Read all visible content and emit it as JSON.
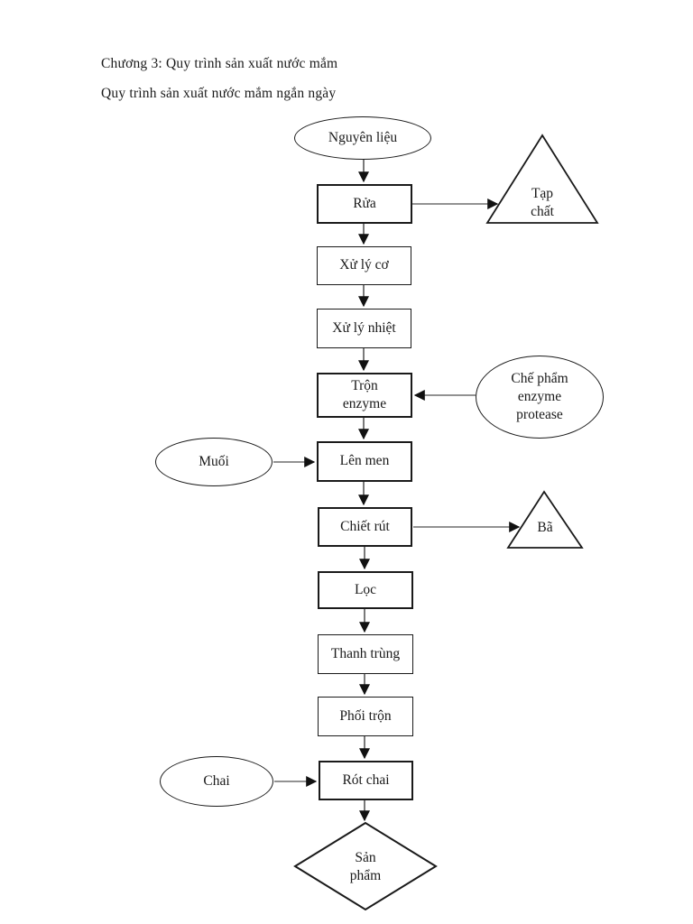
{
  "title": {
    "line1": "Chương 3: Quy trình sản xuất nước mắm",
    "line2": "Quy trình sản xuất nước mắm ngắn ngày"
  },
  "diagram": {
    "nodes": {
      "nguyen_lieu": {
        "label": "Nguyên liệu",
        "shape": "ellipse"
      },
      "rua": {
        "label": "Rửa",
        "shape": "rect"
      },
      "tap_chat": {
        "label": "Tạp chất",
        "shape": "triangle"
      },
      "xu_ly_co": {
        "label": "Xử lý cơ",
        "shape": "rect"
      },
      "xu_ly_nhiet": {
        "label": "Xử lý nhiệt",
        "shape": "rect"
      },
      "tron_enzyme": {
        "label": "Trộn enzyme",
        "shape": "rect"
      },
      "che_pham_enzyme": {
        "label": "Chế phẩm enzyme protease",
        "shape": "ellipse"
      },
      "muoi": {
        "label": "Muối",
        "shape": "ellipse"
      },
      "len_men": {
        "label": "Lên men",
        "shape": "rect"
      },
      "chiet_rut": {
        "label": "Chiết rút",
        "shape": "rect"
      },
      "ba": {
        "label": "Bã",
        "shape": "triangle"
      },
      "loc": {
        "label": "Lọc",
        "shape": "rect"
      },
      "thanh_trung": {
        "label": "Thanh trùng",
        "shape": "rect"
      },
      "phoi_tron": {
        "label": "Phối trộn",
        "shape": "rect"
      },
      "chai": {
        "label": "Chai",
        "shape": "ellipse"
      },
      "rot_chai": {
        "label": "Rót chai",
        "shape": "rect"
      },
      "san_pham": {
        "label": "Sản phẩm",
        "shape": "diamond"
      }
    },
    "edges": [
      {
        "from": "nguyen_lieu",
        "to": "rua"
      },
      {
        "from": "rua",
        "to": "tap_chat"
      },
      {
        "from": "rua",
        "to": "xu_ly_co"
      },
      {
        "from": "xu_ly_co",
        "to": "xu_ly_nhiet"
      },
      {
        "from": "xu_ly_nhiet",
        "to": "tron_enzyme"
      },
      {
        "from": "che_pham_enzyme",
        "to": "tron_enzyme"
      },
      {
        "from": "tron_enzyme",
        "to": "len_men"
      },
      {
        "from": "muoi",
        "to": "len_men"
      },
      {
        "from": "len_men",
        "to": "chiet_rut"
      },
      {
        "from": "chiet_rut",
        "to": "ba"
      },
      {
        "from": "chiet_rut",
        "to": "loc"
      },
      {
        "from": "loc",
        "to": "thanh_trung"
      },
      {
        "from": "thanh_trung",
        "to": "phoi_tron"
      },
      {
        "from": "phoi_tron",
        "to": "rot_chai"
      },
      {
        "from": "chai",
        "to": "rot_chai"
      },
      {
        "from": "rot_chai",
        "to": "san_pham"
      }
    ],
    "colors": {
      "background": "#ffffff",
      "shape_border": "#1a1a1a",
      "arrow_line": "#595959",
      "arrow_head": "#111111",
      "text": "#1a1a1a"
    }
  }
}
